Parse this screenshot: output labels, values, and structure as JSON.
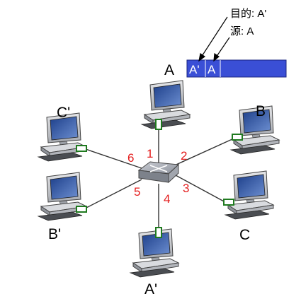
{
  "hosts": {
    "A": "A",
    "B": "B",
    "C": "C",
    "a_prime": "A'",
    "b_prime": "B'",
    "c_prime": "C'"
  },
  "ports": [
    "1",
    "2",
    "3",
    "4",
    "5",
    "6"
  ],
  "frame": {
    "dest_field": "A'",
    "src_field": "A",
    "dest_annotation": "目的: A'",
    "src_annotation": "源: A"
  },
  "colors": {
    "frame_fill": "#3a4fd6",
    "port_label": "#e41c1c",
    "connector": "#1f7a1f"
  },
  "icons": {
    "host": "desktop-computer-icon",
    "switch": "network-switch-icon"
  }
}
